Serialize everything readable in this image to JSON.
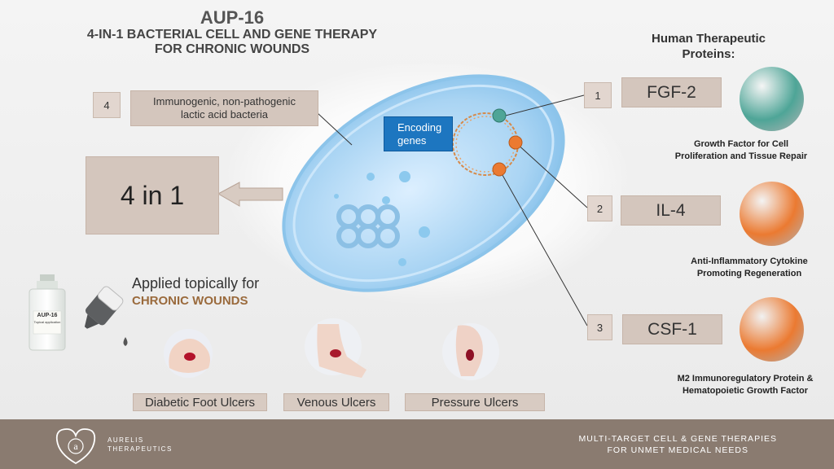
{
  "title": {
    "main": "AUP-16",
    "sub_line1": "4-IN-1 BACTERIAL CELL AND GENE THERAPY",
    "sub_line2": "FOR CHRONIC WOUNDS"
  },
  "bacteria": {
    "number": "4",
    "label_line1": "Immunogenic, non-pathogenic",
    "label_line2": "lactic acid bacteria"
  },
  "four_in_one": "4 in 1",
  "encoding": {
    "line1": "Encoding",
    "line2": "genes"
  },
  "proteins_heading": {
    "line1": "Human Therapeutic",
    "line2": "Proteins:"
  },
  "proteins": [
    {
      "number": "1",
      "name": "FGF-2",
      "desc_line1": "Growth Factor for Cell",
      "desc_line2": "Proliferation and Tissue Repair",
      "color": "#4ea597"
    },
    {
      "number": "2",
      "name": "IL-4",
      "desc_line1": "Anti-Inflammatory Cytokine",
      "desc_line2": "Promoting Regeneration",
      "color": "#eb7a31"
    },
    {
      "number": "3",
      "name": "CSF-1",
      "desc_line1": "M2 Immunoregulatory Protein &",
      "desc_line2": "Hematopoietic Growth Factor",
      "color": "#eb7a31"
    }
  ],
  "applied": {
    "line1": "Applied topically for",
    "line2": "CHRONIC WOUNDS",
    "accent": "#9a6a3c"
  },
  "vial_label": {
    "line1": "AUP-16",
    "line2": "Topical application"
  },
  "ulcers": [
    {
      "label": "Diabetic Foot Ulcers"
    },
    {
      "label": "Venous Ulcers"
    },
    {
      "label": "Pressure Ulcers"
    }
  ],
  "footer": {
    "brand_line1": "AURELIS",
    "brand_line2": "THERAPEUTICS",
    "tagline_line1": "MULTI-TARGET CELL & GENE THERAPIES",
    "tagline_line2": "FOR UNMET MEDICAL NEEDS"
  }
}
